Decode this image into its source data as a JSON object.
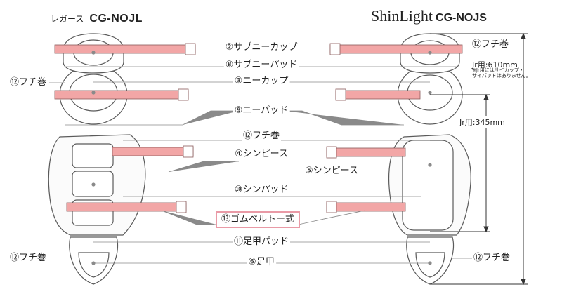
{
  "title_left": {
    "prefix": "レガース",
    "model": "CG-NOJL"
  },
  "title_right": {
    "brand": "ShinLight",
    "model": "CG-NOJS"
  },
  "labels": {
    "thigh_cup": "②サブニーカップ",
    "thigh_pad": "⑧サブニーパッド",
    "knee_cup": "③ニーカップ",
    "knee_pad": "⑨ニーパッド",
    "binding_center": "⑫フチ巻",
    "shin_piece_left": "④シンピース",
    "shin_piece_right": "⑤シンピース",
    "shin_pad": "⑩シンパッド",
    "rubber_belt": "⑬ゴムベルトー式",
    "instep_pad": "⑪足甲パッド",
    "instep": "⑥足甲",
    "binding_left_top": "⑫フチ巻",
    "binding_left_bottom": "⑫フチ巻",
    "binding_right_top": "⑫フチ巻",
    "binding_right_bottom": "⑫フチ巻"
  },
  "dimensions": {
    "full": "Jr用:610mm",
    "note": [
      "※Jr用にはサイカップ・",
      "サイパッドはありません。"
    ],
    "shin": "Jr用:345mm"
  },
  "colors": {
    "strap": "#f2a6a6",
    "outline": "#5a5a5a",
    "leader": "#8a8a8a",
    "highlight_border": "#e99aa6"
  }
}
